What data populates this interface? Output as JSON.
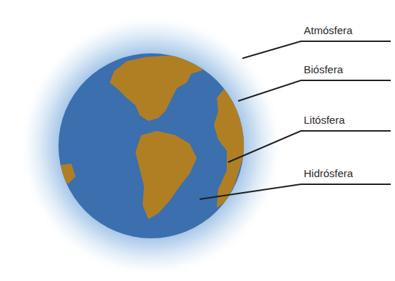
{
  "diagram": {
    "labels": [
      "Atmósfera",
      "Biósfera",
      "Litósfera",
      "Hidrósfera"
    ]
  }
}
